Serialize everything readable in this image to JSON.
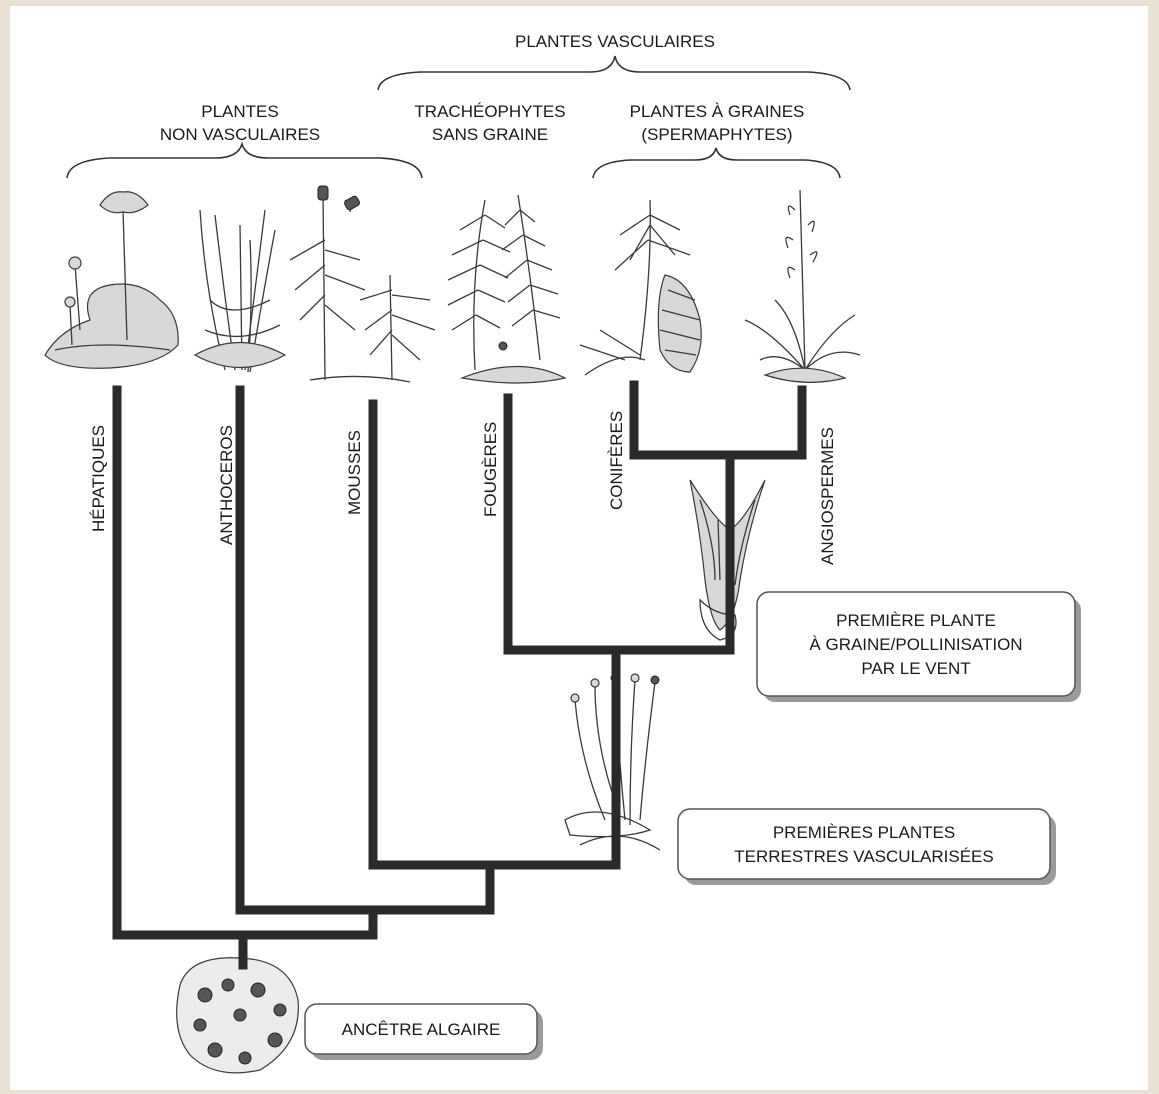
{
  "groups": {
    "vascular": "PLANTES VASCULAIRES",
    "nonvascular_1": "PLANTES",
    "nonvascular_2": "NON VASCULAIRES",
    "seedless_1": "TRACHÉOPHYTES",
    "seedless_2": "SANS GRAINE",
    "seed_1": "PLANTES À GRAINES",
    "seed_2": "(SPERMAPHYTES)"
  },
  "taxa": {
    "hepatiques": "HÉPATIQUES",
    "anthoceros": "ANTHOCEROS",
    "mousses": "MOUSSES",
    "fougeres": "FOUGÈRES",
    "coniferes": "CONIFÈRES",
    "angiospermes": "ANGIOSPERMES"
  },
  "callouts": {
    "seed_plant_1": "PREMIÈRE PLANTE",
    "seed_plant_2": "À GRAINE/POLLINISATION",
    "seed_plant_3": "PAR LE VENT",
    "vascular_land_1": "PREMIÈRES PLANTES",
    "vascular_land_2": "TERRESTRES VASCULARISÉES",
    "ancestor": "ANCÊTRE ALGAIRE"
  },
  "colors": {
    "background": "#e9e1d3",
    "paper": "#ffffff",
    "branch": "#2a2a2a"
  }
}
